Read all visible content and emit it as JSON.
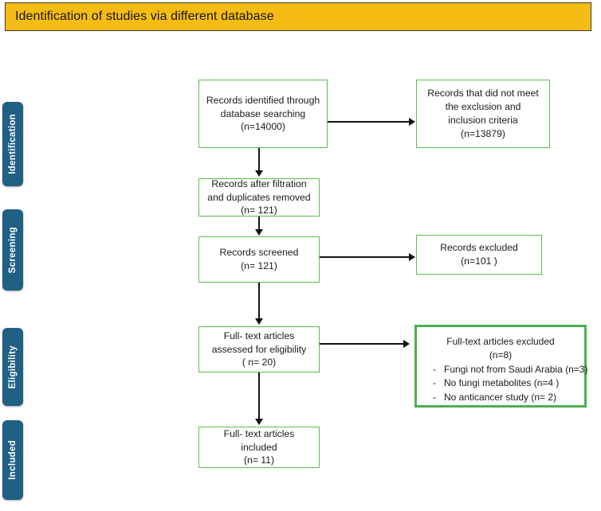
{
  "header": {
    "title": "Identification of studies via different database",
    "background_color": "#F5BC14"
  },
  "stages": {
    "accent_color": "#1F6083",
    "items": [
      {
        "id": "identification",
        "label": "Identification"
      },
      {
        "id": "screening",
        "label": "Screening"
      },
      {
        "id": "eligibility",
        "label": "Eligibility"
      },
      {
        "id": "included",
        "label": "Included"
      }
    ]
  },
  "diagram": {
    "box_border_color": "#5BBE4E",
    "emphasis_border_color": "#4CAF50",
    "connector_color": "#121212",
    "boxes": {
      "identified": {
        "line1": "Records identified through",
        "line2": "database searching",
        "line3": "(n=14000)"
      },
      "not_meet_criteria": {
        "line1": "Records that did not meet",
        "line2": "the exclusion and",
        "line3": "inclusion criteria",
        "line4": "(n=13879)"
      },
      "after_filtration": {
        "line1": "Records after filtration",
        "line2": "and duplicates removed",
        "line3": "(n= 121)"
      },
      "screened": {
        "line1": "Records screened",
        "line2": "(n= 121)"
      },
      "records_excluded": {
        "line1": "Records excluded",
        "line2": "(n=101 )"
      },
      "fulltext_assessed": {
        "line1": "Full- text articles",
        "line2": "assessed for eligibility",
        "line3": "( n= 20)"
      },
      "fulltext_excluded": {
        "line1": "Full-text articles excluded",
        "line2": "(n=8)",
        "bullet_marker": "-",
        "bullets": [
          "Fungi not from Saudi Arabia (n=3)",
          "No fungi metabolites (n=4 )",
          "No anticancer study (n= 2)"
        ]
      },
      "fulltext_included": {
        "line1": "Full- text articles",
        "line2": "included",
        "line3": "(n= 11)"
      }
    }
  }
}
